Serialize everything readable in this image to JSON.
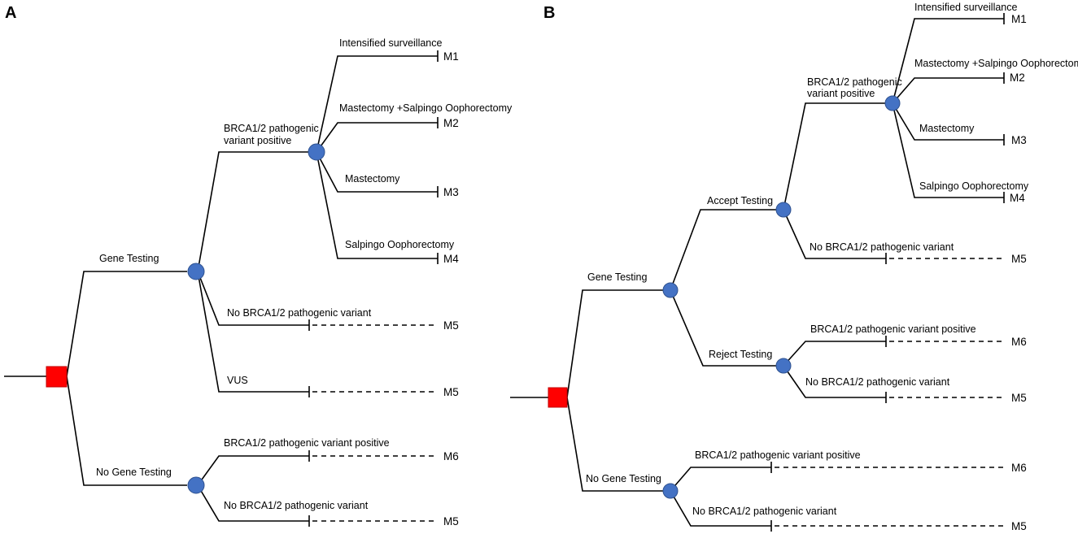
{
  "panels": [
    {
      "label": "A",
      "branches": {
        "gene_testing": "Gene Testing",
        "no_gene_testing": "No Gene Testing",
        "brca_positive": "BRCA1/2 pathogenic\nvariant positive",
        "no_brca": "No BRCA1/2 pathogenic variant",
        "vus": "VUS",
        "ngt_positive": "BRCA1/2 pathogenic variant positive",
        "ngt_negative": "No BRCA1/2 pathogenic variant",
        "surveillance": "Intensified surveillance",
        "mast_so": "Mastectomy +Salpingo Oophorectomy",
        "mastectomy": "Mastectomy",
        "salpingo": "Salpingo Oophorectomy"
      },
      "outcomes": {
        "surveillance": "M1",
        "mast_so": "M2",
        "mastectomy": "M3",
        "salpingo": "M4",
        "no_brca": "M5",
        "vus": "M5",
        "ngt_positive": "M6",
        "ngt_negative": "M5"
      }
    },
    {
      "label": "B",
      "branches": {
        "gene_testing": "Gene Testing",
        "no_gene_testing": "No Gene Testing",
        "accept": "Accept Testing",
        "reject": "Reject Testing",
        "brca_positive": "BRCA1/2 pathogenic\nvariant positive",
        "no_brca": "No BRCA1/2 pathogenic variant",
        "rej_positive": "BRCA1/2 pathogenic variant positive",
        "rej_negative": "No BRCA1/2 pathogenic variant",
        "ngt_positive": "BRCA1/2 pathogenic variant positive",
        "ngt_negative": "No BRCA1/2 pathogenic variant",
        "surveillance": "Intensified surveillance",
        "mast_so": "Mastectomy +Salpingo Oophorectomy",
        "mastectomy": "Mastectomy",
        "salpingo": "Salpingo Oophorectomy"
      },
      "outcomes": {
        "surveillance": "M1",
        "mast_so": "M2",
        "mastectomy": "M3",
        "salpingo": "M4",
        "no_brca": "M5",
        "rej_positive": "M6",
        "rej_negative": "M5",
        "ngt_positive": "M6",
        "ngt_negative": "M5"
      }
    }
  ],
  "colors": {
    "decision_node": "#FF0000",
    "chance_node": "#4472C4"
  }
}
